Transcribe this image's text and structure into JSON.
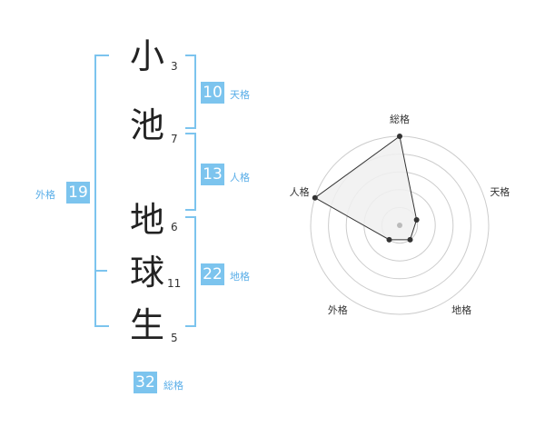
{
  "name": {
    "characters": [
      {
        "char": "小",
        "strokes": "3"
      },
      {
        "char": "池",
        "strokes": "7"
      },
      {
        "char": "地",
        "strokes": "6"
      },
      {
        "char": "球",
        "strokes": "11"
      },
      {
        "char": "生",
        "strokes": "5"
      }
    ]
  },
  "fortune": {
    "tenkaku": {
      "label": "天格",
      "value": "10"
    },
    "jinkaku": {
      "label": "人格",
      "value": "13"
    },
    "chikaku": {
      "label": "地格",
      "value": "22"
    },
    "gaikaku": {
      "label": "外格",
      "value": "19"
    },
    "soukaku": {
      "label": "総格",
      "value": "32"
    }
  },
  "radar": {
    "axes": [
      "総格",
      "天格",
      "地格",
      "外格",
      "人格"
    ],
    "values": [
      5,
      1,
      1,
      1,
      5
    ],
    "max": 5,
    "colors": {
      "grid": "#cccccc",
      "fill": "#f0f0f0",
      "line": "#333333",
      "dot": "#333333",
      "center": "#bbbbbb"
    }
  }
}
